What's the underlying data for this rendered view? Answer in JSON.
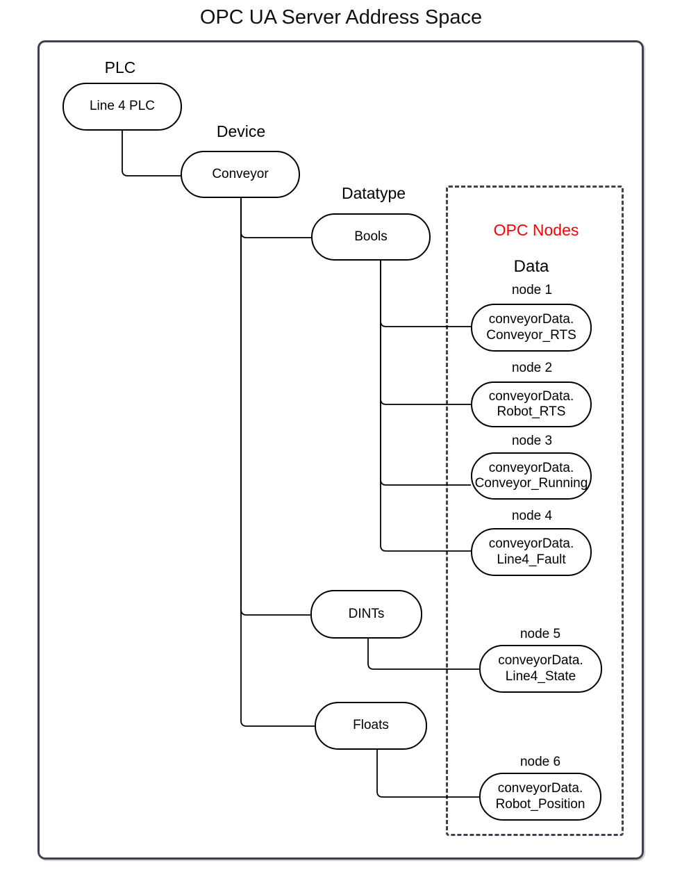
{
  "diagram": {
    "title": "OPC UA Server Address Space"
  },
  "groups": {
    "plc_label": "PLC",
    "device_label": "Device",
    "datatype_label": "Datatype"
  },
  "pills": {
    "plc": "Line 4 PLC",
    "device": "Conveyor",
    "bools": "Bools",
    "dints": "DINTs",
    "floats": "Floats"
  },
  "opc": {
    "title": "OPC Nodes",
    "subtitle": "Data",
    "nodes": [
      {
        "label": "node 1",
        "line1": "conveyorData.",
        "line2": "Conveyor_RTS"
      },
      {
        "label": "node 2",
        "line1": "conveyorData.",
        "line2": "Robot_RTS"
      },
      {
        "label": "node 3",
        "line1": "conveyorData.",
        "line2": "Conveyor_Running"
      },
      {
        "label": "node 4",
        "line1": "conveyorData.",
        "line2": "Line4_Fault"
      },
      {
        "label": "node 5",
        "line1": "conveyorData.",
        "line2": "Line4_State"
      },
      {
        "label": "node 6",
        "line1": "conveyorData.",
        "line2": "Robot_Position"
      }
    ]
  },
  "colors": {
    "box_border": "#3c434c",
    "connector": "#000000",
    "opc_title": "#ff0000"
  }
}
